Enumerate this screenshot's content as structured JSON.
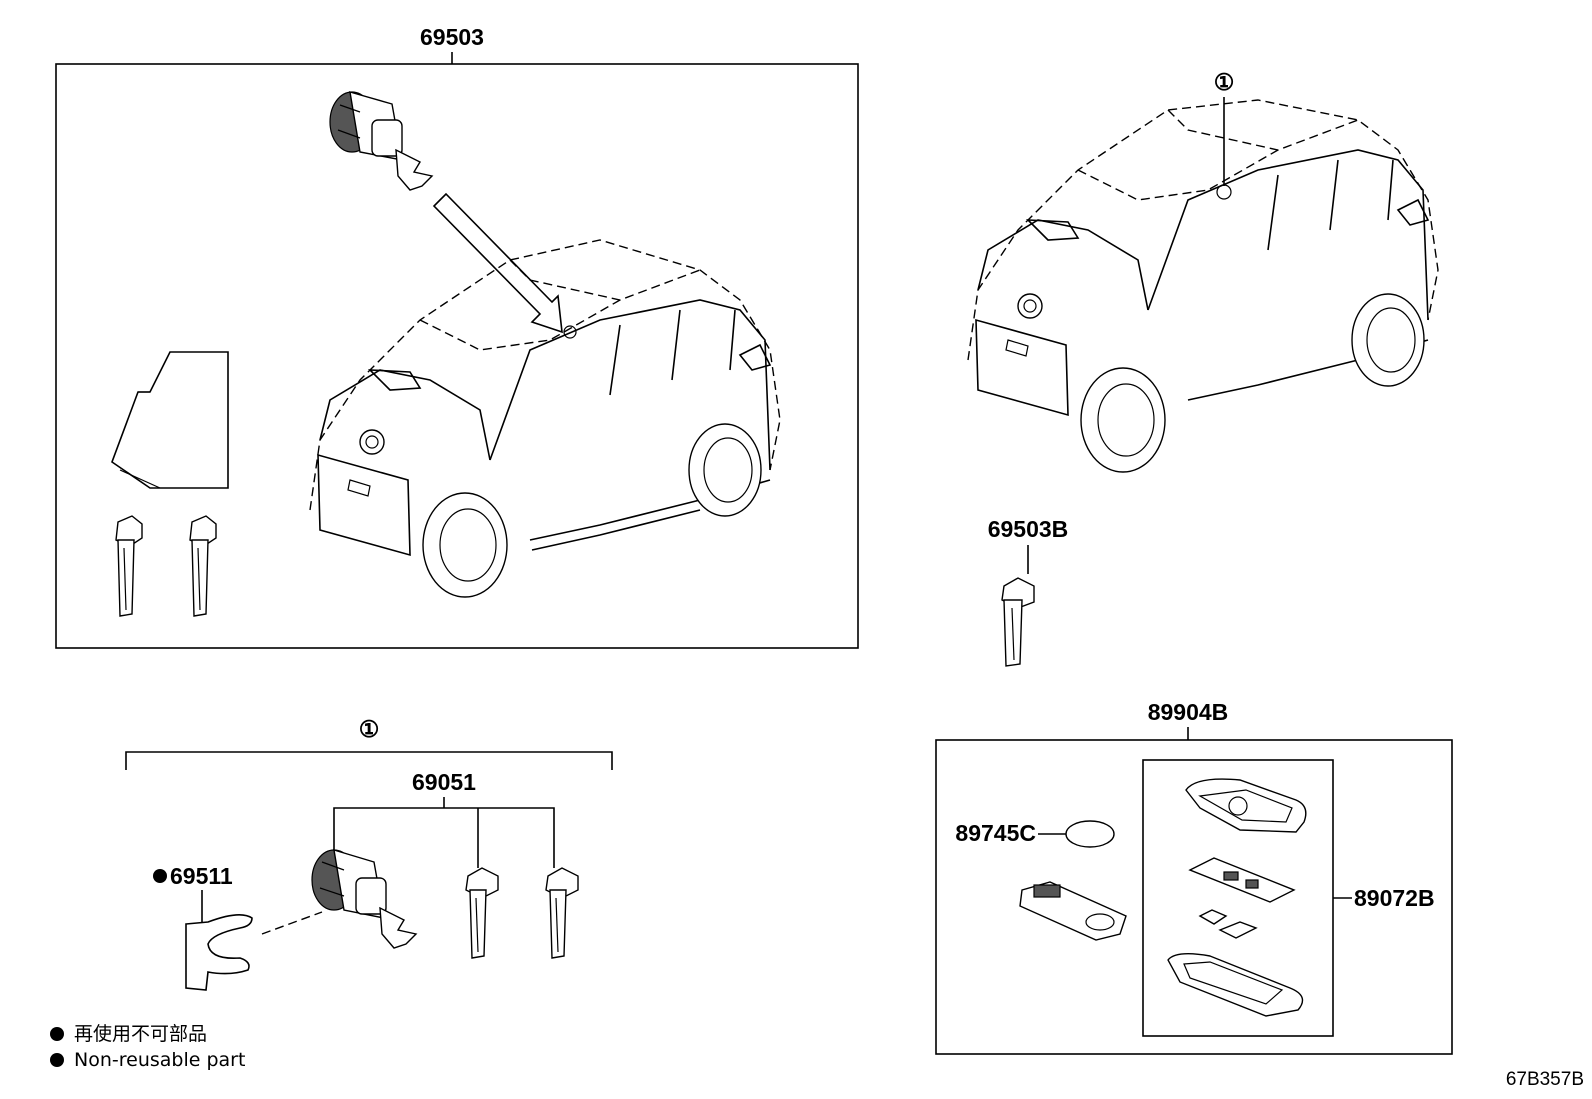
{
  "labels": {
    "p69503": "69503",
    "p69503b": "69503B",
    "p89904b": "89904B",
    "p69051": "69051",
    "p69511": "69511",
    "p89745c": "89745C",
    "p89072b": "89072B",
    "ref1_top": "①",
    "ref1_bottom": "①"
  },
  "legend": {
    "jp": "再使用不可部品",
    "en": "Non-reusable part"
  },
  "code": "67B357B"
}
